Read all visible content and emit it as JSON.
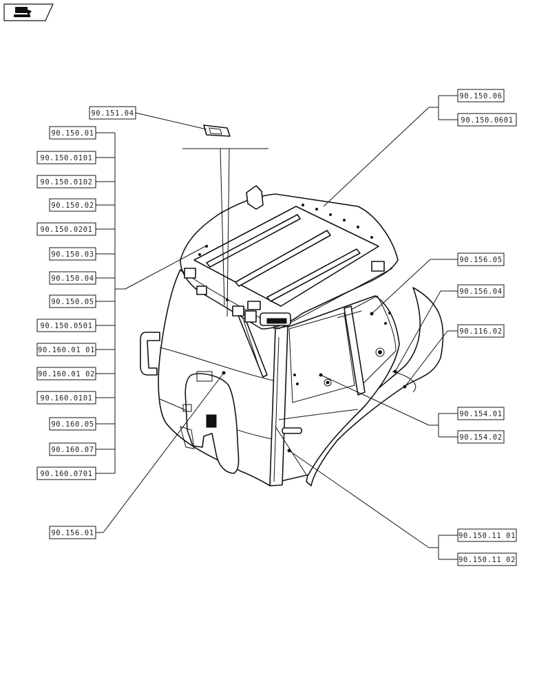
{
  "corner_icon": "book-arrow-icon",
  "labels": {
    "l_90_151_04": "90.151.04",
    "l_90_150_01": "90.150.01",
    "l_90_150_0101": "90.150.0101",
    "l_90_150_0102": "90.150.0102",
    "l_90_150_02": "90.150.02",
    "l_90_150_0201": "90.150.0201",
    "l_90_150_03": "90.150.03",
    "l_90_150_04": "90.150.04",
    "l_90_150_05": "90.150.05",
    "l_90_150_0501": "90.150.0501",
    "l_90_160_01_01": "90.160.01 01",
    "l_90_160_01_02": "90.160.01 02",
    "l_90_160_0101": "90.160.0101",
    "l_90_160_05": "90.160.05",
    "l_90_160_07": "90.160.07",
    "l_90_160_0701": "90.160.0701",
    "l_90_156_01": "90.156.01",
    "l_90_150_06": "90.150.06",
    "l_90_150_0601": "90.150.0601",
    "l_90_156_05": "90.156.05",
    "l_90_156_04": "90.156.04",
    "l_90_116_02": "90.116.02",
    "l_90_154_01": "90.154.01",
    "l_90_154_02": "90.154.02",
    "l_90_150_11_01": "90.150.11 01",
    "l_90_150_11_02": "90.150.11 02"
  }
}
